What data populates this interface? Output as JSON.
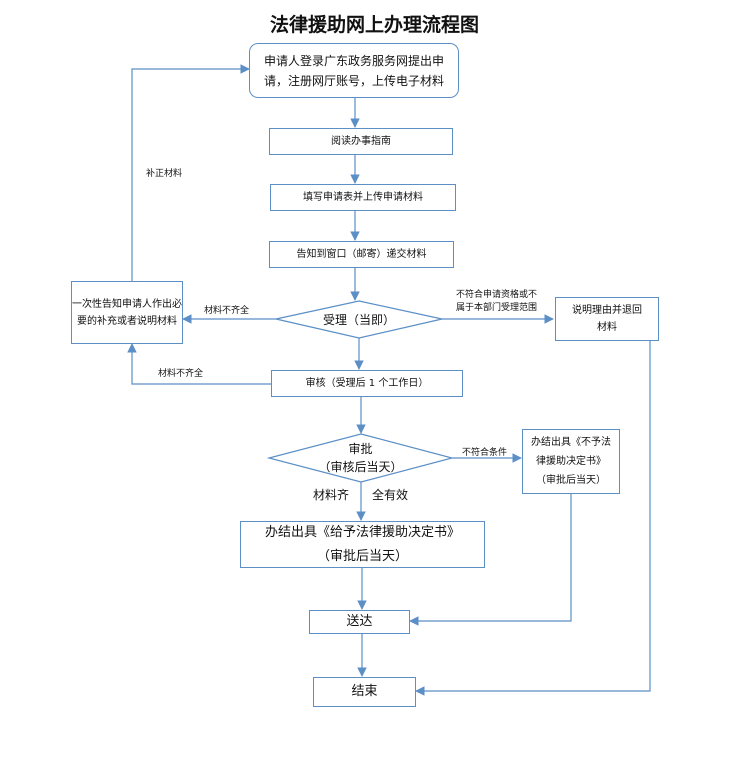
{
  "title": "法律援助网上办理流程图",
  "nodes": {
    "apply": {
      "line1": "申请人登录广东政务服务网提出申",
      "line2": "请，注册网厅账号，上传电子材料"
    },
    "read_guide": "阅读办事指南",
    "fill_form": "填写申请表并上传申请材料",
    "notify_window": "告知到窗口（邮寄）递交材料",
    "accept": "受理（当即）",
    "one_time_notice": {
      "line1": "一次性告知申请人作出必",
      "line2": "要的补充或者说明材料"
    },
    "explain_return": {
      "line1": "说明理由并退回",
      "line2": "材料"
    },
    "review": "审核（受理后 1 个工作日）",
    "approve": {
      "line1": "审批",
      "line2": "（审核后当天）"
    },
    "refuse_decision": {
      "line1": "办结出具《不予法",
      "line2": "律援助决定书》",
      "line3": "（审批后当天）"
    },
    "grant_decision": {
      "line1": "办结出具《给予法律援助决定书》",
      "line2": "（审批后当天）"
    },
    "deliver": "送达",
    "end": "结束"
  },
  "labels": {
    "supplement": "补正材料",
    "materials_incomplete_accept": "材料不齐全",
    "materials_incomplete_review": "材料不齐全",
    "not_qualified": {
      "line1": "不符合申请资格或不",
      "line2": "属于本部门受理范围"
    },
    "not_conditions": "不符合条件",
    "materials_complete": "材料齐",
    "all_valid": "全有效"
  },
  "colors": {
    "stroke": "#5b8fc6",
    "text": "#111111"
  }
}
